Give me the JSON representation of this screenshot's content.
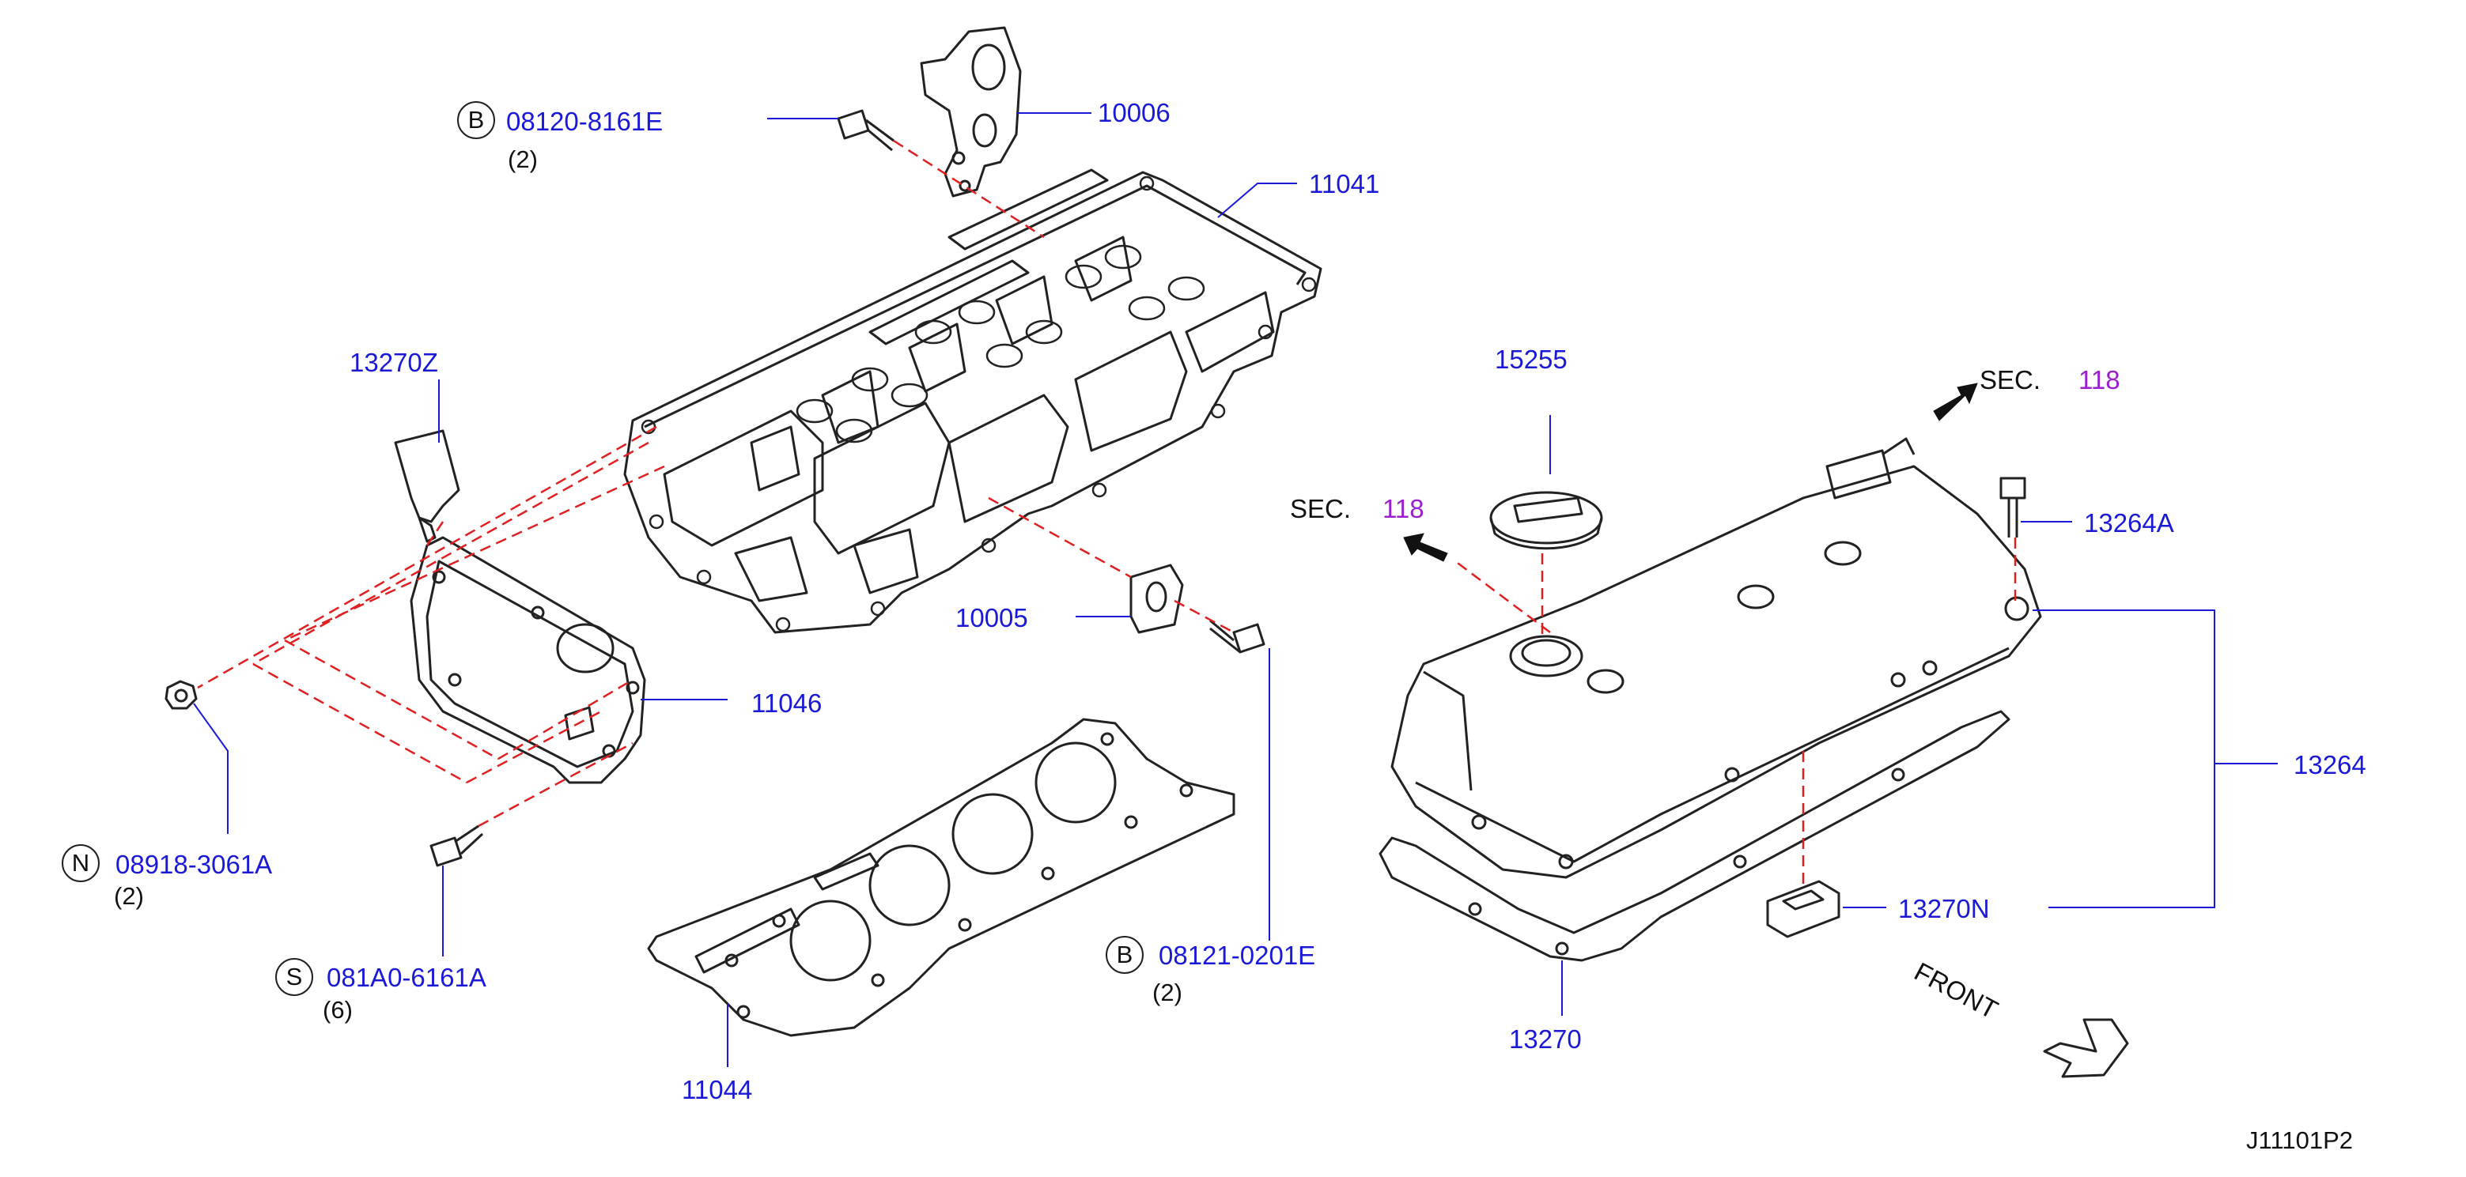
{
  "colors": {
    "part_number": "#1a1ad6",
    "section_number": "#9b1fd0",
    "leader": "#1a1ad6",
    "dash": "#e02020",
    "line": "#222222"
  },
  "labels": {
    "p10006": "10006",
    "p11041": "11041",
    "p13270Z": "13270Z",
    "p15255": "15255",
    "p13264A": "13264A",
    "p13264": "13264",
    "p10005": "10005",
    "p11046": "11046",
    "p11044": "11044",
    "p13270N": "13270N",
    "p13270": "13270",
    "b1_part": "08120-8161E",
    "b1_qty": "(2)",
    "b2_part": "08121-0201E",
    "b2_qty": "(2)",
    "n_part": "08918-3061A",
    "n_qty": "(2)",
    "s_part": "081A0-6161A",
    "s_qty": "(6)",
    "sec1_text": "SEC.",
    "sec1_num": "118",
    "sec2_text": "SEC.",
    "sec2_num": "118",
    "front": "FRONT",
    "diagram_code": "J11101P2"
  },
  "symbols": {
    "b1": "B",
    "b2": "B",
    "n": "N",
    "s": "S"
  },
  "icons": [
    "arrow-icon",
    "front-arrow-icon"
  ]
}
